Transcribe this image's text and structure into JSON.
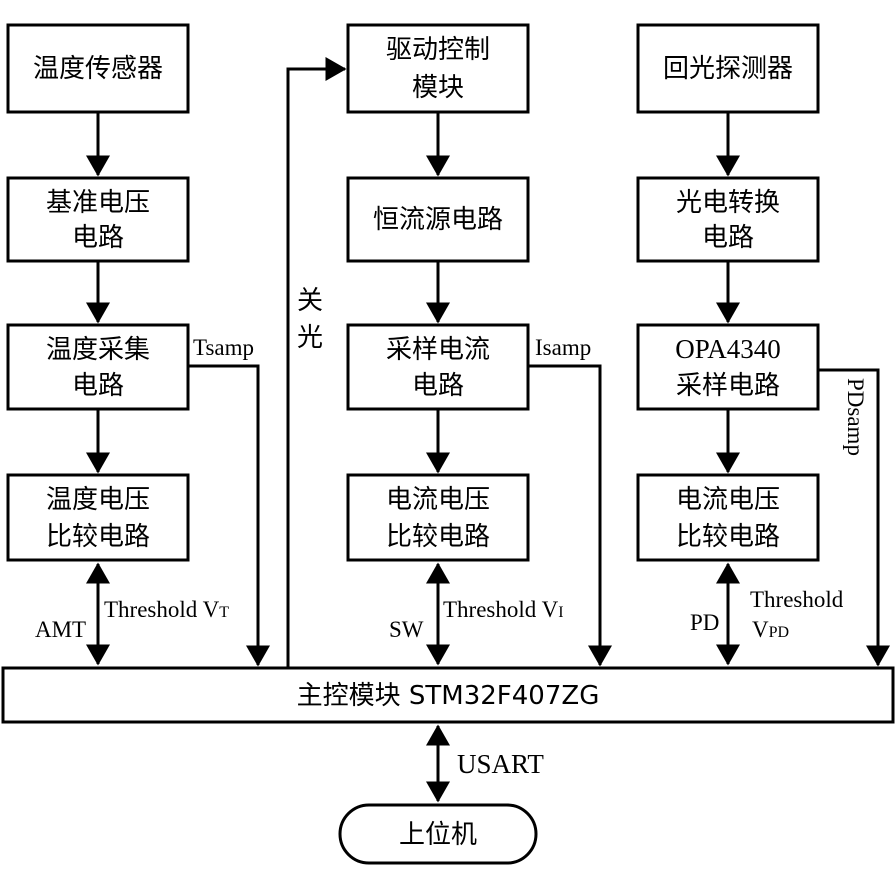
{
  "diagram": {
    "left_column": {
      "sensor": "温度传感器",
      "reference": [
        "基准电压",
        "电路"
      ],
      "acquisition": [
        "温度采集",
        "电路"
      ],
      "comparator": [
        "温度电压",
        "比较电路"
      ],
      "signal": "Tsamp",
      "ctrl_label": "AMT",
      "threshold_prefix": "Threshold V",
      "threshold_sub": "T"
    },
    "middle_column": {
      "driver": [
        "驱动控制",
        "模块"
      ],
      "current_source": "恒流源电路",
      "sampling": [
        "采样电流",
        "电路"
      ],
      "comparator": [
        "电流电压",
        "比较电路"
      ],
      "signal": "Isamp",
      "ctrl_label": "SW",
      "threshold_prefix": "Threshold V",
      "threshold_sub": "I",
      "light_off": [
        "关",
        "光"
      ]
    },
    "right_column": {
      "detector": "回光探测器",
      "converter": [
        "光电转换",
        "电路"
      ],
      "sampling": [
        "OPA4340",
        "采样电路"
      ],
      "comparator": [
        "电流电压",
        "比较电路"
      ],
      "signal": "PDsamp",
      "ctrl_label": "PD",
      "threshold_line1": "Threshold",
      "threshold_prefix": "V",
      "threshold_sub": "PD"
    },
    "main_controller": "主控模块 STM32F407ZG",
    "bus_label": "USART",
    "host": "上位机"
  }
}
